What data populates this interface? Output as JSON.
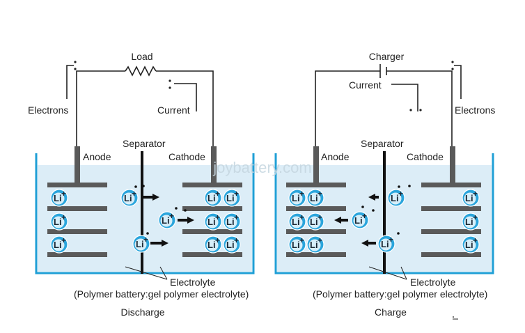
{
  "watermark": "joybattery.com",
  "colors": {
    "tank_outline": "#1f9fd6",
    "electrolyte_fill": "#dcedf7",
    "electrode": "#5a5a5a",
    "separator": "#111111",
    "wire": "#222222",
    "ion_fill": "#2aa5dc",
    "ion_highlight": "#e9f6fc"
  },
  "ion": {
    "symbol": "Li",
    "charge": "+"
  },
  "discharge": {
    "load_label": "Load",
    "electrons_label": "Electrons",
    "current_label": "Current",
    "separator_label": "Separator",
    "anode_label": "Anode",
    "cathode_label": "Cathode",
    "electrolyte_label": "Electrolyte",
    "electrolyte_note": "(Polymer battery:gel polymer electrolyte)",
    "caption": "Discharge",
    "ion_direction": "to cathode"
  },
  "charge": {
    "charger_label": "Charger",
    "electrons_label": "Electrons",
    "current_label": "Current",
    "separator_label": "Separator",
    "anode_label": "Anode",
    "cathode_label": "Cathode",
    "electrolyte_label": "Electrolyte",
    "electrolyte_note": "(Polymer battery:gel polymer electrolyte)",
    "caption": "Charge",
    "ion_direction": "to anode"
  }
}
